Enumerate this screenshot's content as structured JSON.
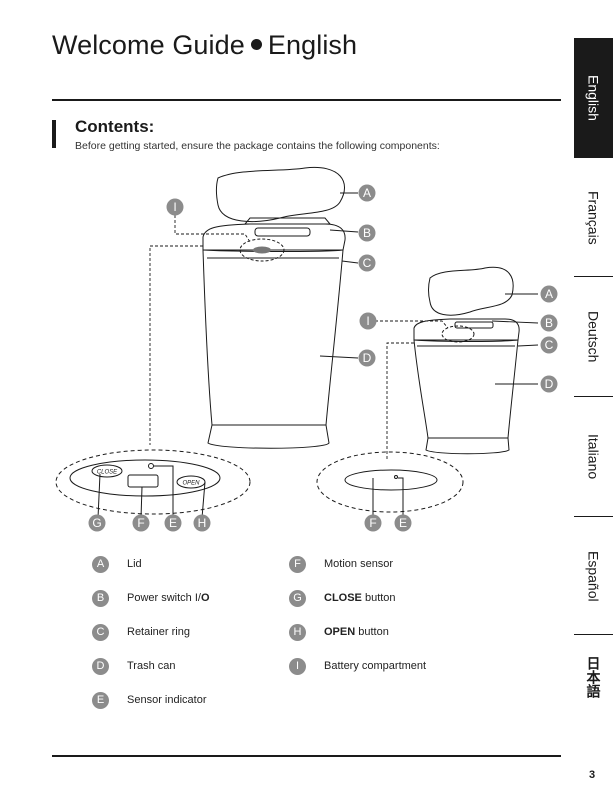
{
  "header": {
    "title_part1": "Welcome Guide",
    "title_part2": "English"
  },
  "contents": {
    "heading": "Contents:",
    "description": "Before getting started, ensure the package contains the following components:"
  },
  "side_tabs": [
    {
      "label": "English",
      "active": true
    },
    {
      "label": "Français",
      "active": false
    },
    {
      "label": "Deutsch",
      "active": false
    },
    {
      "label": "Italiano",
      "active": false
    },
    {
      "label": "Español",
      "active": false
    },
    {
      "label": "日本語",
      "active": false
    }
  ],
  "diagram": {
    "large_can_callouts": [
      "A",
      "B",
      "C",
      "D",
      "I"
    ],
    "large_panel_callouts": [
      "G",
      "F",
      "E",
      "H"
    ],
    "large_panel_labels": {
      "close": "CLOSE",
      "open": "OPEN"
    },
    "small_can_callouts": [
      "A",
      "B",
      "C",
      "D",
      "I"
    ],
    "small_panel_callouts": [
      "F",
      "E"
    ]
  },
  "legend": {
    "left": [
      {
        "letter": "A",
        "text": "Lid"
      },
      {
        "letter": "B",
        "text_plain": "Power switch I/",
        "text_bold": "O"
      },
      {
        "letter": "C",
        "text": "Retainer ring"
      },
      {
        "letter": "D",
        "text": "Trash can"
      },
      {
        "letter": "E",
        "text": "Sensor indicator"
      }
    ],
    "right": [
      {
        "letter": "F",
        "text": "Motion sensor"
      },
      {
        "letter": "G",
        "text_bold": "CLOSE",
        "text_plain": " button"
      },
      {
        "letter": "H",
        "text_bold": "OPEN",
        "text_plain": " button"
      },
      {
        "letter": "I",
        "text": "Battery compartment"
      }
    ]
  },
  "footer": {
    "page_number": "3"
  },
  "colors": {
    "ink": "#1a1a1a",
    "badge": "#8c8c8c",
    "tab_active_bg": "#1a1a1a"
  }
}
